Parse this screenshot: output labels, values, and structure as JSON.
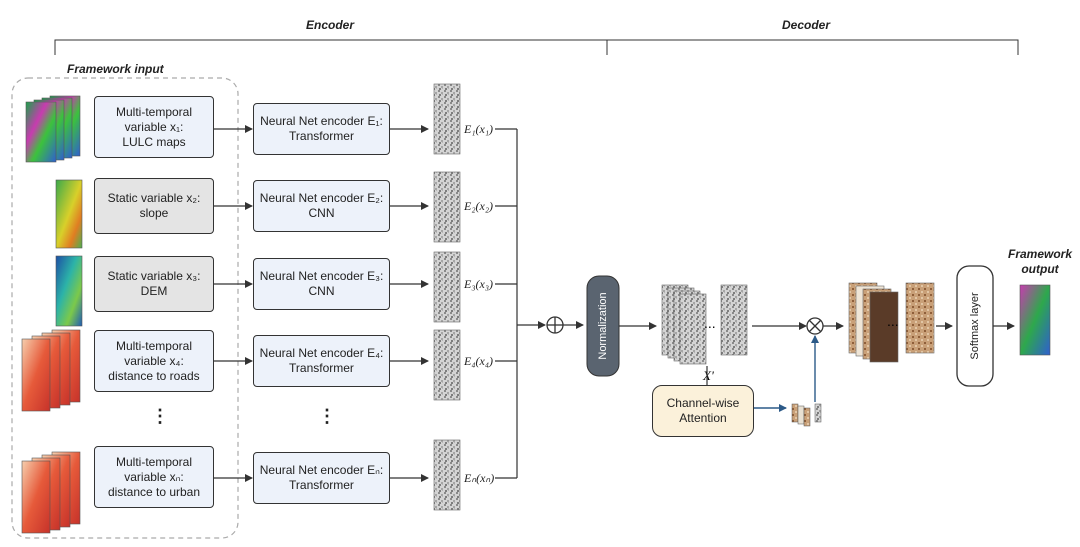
{
  "header": {
    "encoder_title": "Encoder",
    "decoder_title": "Decoder",
    "framework_input": "Framework input",
    "framework_output": "Framework\noutput"
  },
  "inputs": [
    {
      "label": "Multi-temporal\nvariable x₁:\nLULC maps",
      "style": "blue"
    },
    {
      "label": "Static variable x₂:\nslope",
      "style": "gray"
    },
    {
      "label": "Static variable x₃:\nDEM",
      "style": "gray"
    },
    {
      "label": "Multi-temporal\nvariable x₄:\ndistance to roads",
      "style": "blue"
    },
    {
      "label": "Multi-temporal\nvariable xₙ:\ndistance to urban",
      "style": "blue"
    }
  ],
  "encoders": [
    {
      "label": "Neural Net encoder E₁:\nTransformer",
      "output": "E₁(x₁)"
    },
    {
      "label": "Neural Net encoder E₂:\nCNN",
      "output": "E₂(x₂)"
    },
    {
      "label": "Neural Net encoder E₃:\nCNN",
      "output": "E₃(x₃)"
    },
    {
      "label": "Neural Net encoder E₄:\nTransformer",
      "output": "E₄(x₄)"
    },
    {
      "label": "Neural Net encoder Eₙ:\nTransformer",
      "output": "Eₙ(xₙ)"
    }
  ],
  "ellipsis": "⋮",
  "decoder": {
    "normalization": "Normalization",
    "x_prime": "X'",
    "attention": "Channel-wise\nAttention",
    "softmax": "Softmax layer",
    "stack_dots": "..."
  },
  "colors": {
    "blue_box": "#edf2fa",
    "gray_box": "#e4e4e4",
    "normalization": "#5a6470",
    "attention": "#fbf1da",
    "arrow_blue": "#2c5a88"
  }
}
